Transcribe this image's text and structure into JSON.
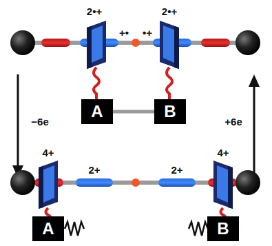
{
  "diagram": {
    "nodes": [
      {
        "text": [
          "A"
        ]
      },
      {
        "text": [
          "B"
        ]
      },
      {
        "text": [
          "A"
        ]
      },
      {
        "text": [
          "B"
        ]
      }
    ],
    "edges": [
      {
        "from": 0,
        "to": 1,
        "arrow": "none"
      }
    ],
    "labels": [
      "2•+",
      "2•+",
      "+•",
      "•+",
      "−6e",
      "+6e",
      "4+",
      "2+",
      "2+",
      "4+"
    ]
  }
}
